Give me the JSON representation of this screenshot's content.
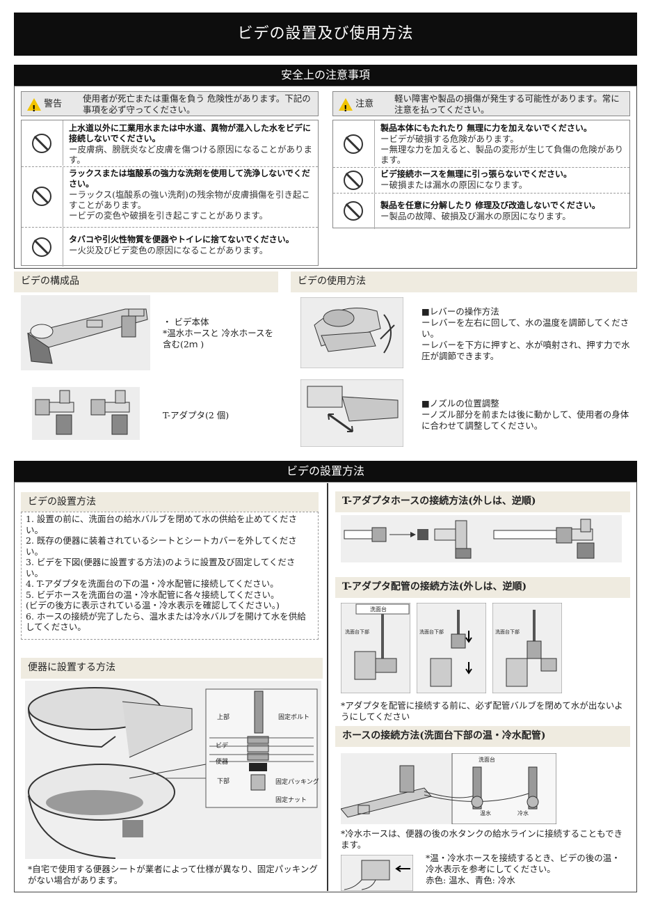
{
  "title": "ビデの設置及び使用方法",
  "safety": {
    "header": "安全上の注意事項",
    "warning": {
      "label": "警告",
      "text": "使用者が死亡または重傷を負う 危険性があります。下記の事項を必ず守ってください。",
      "items": [
        {
          "head": "上水道以外に工業用水または中水道、異物が混入した水をビデに接続しないでください。",
          "sub": "ー皮膚病、膀胱炎など皮膚を傷つける原因になることがあります。"
        },
        {
          "head": "ラックスまたは塩酸系の強力な洗剤を使用して洗浄しないでください。",
          "sub": "ーラックス(塩酸系の強い洗剤)の残余物が皮膚損傷を引き起こすことがあります。\nービデの変色や破損を引き起こすことがあります。"
        },
        {
          "head": "タバコや引火性物質を便器やトイレに捨てないでください。",
          "sub": "ー火災及びビデ変色の原因になることがあります。"
        }
      ]
    },
    "caution": {
      "label": "注意",
      "text": "軽い障害や製品の損傷が発生する可能性があります。常に注意を払ってください。",
      "items": [
        {
          "head": "製品本体にもたれたり 無理に力を加えないでください。",
          "sub": "ービデが破損する危険があります。\nー無理な力を加えると、製品の変形が生じて負傷の危険があります。"
        },
        {
          "head": "ビデ接続ホースを無理に引っ張らないでください。",
          "sub": "ー破損または漏水の原因になります。"
        },
        {
          "head": "製品を任意に分解したり 修理及び改造しないでください。",
          "sub": "ー製品の故障、破損及び漏水の原因になります。"
        }
      ]
    }
  },
  "components": {
    "header": "ビデの構成品",
    "item1": "・ ビデ本体\n*温水ホースと 冷水ホースを含む(2ｍ )",
    "item2": "T-アダプタ(2 個)"
  },
  "usage": {
    "header": "ビデの使用方法",
    "lever": "■レバーの操作方法\nーレバーを左右に回して、水の温度を調節してください。\nーレバーを下方に押すと、水が噴射され、押す力で水圧が調節できます。",
    "nozzle": "■ノズルの位置調整\nーノズル部分を前または後に動かして、使用者の身体に合わせて調整してください。"
  },
  "install": {
    "header": "ビデの設置方法",
    "steps_header": "ビデの設置方法",
    "steps": [
      "1.  設置の前に、洗面台の給水バルブを閉めて水の供給を止めてください。",
      "2.  既存の便器に装着されているシートとシートカバーを外してください。",
      "3.  ビデを下図(便器に設置する方法)のように設置及び固定してください。",
      "4.  T-アダプタを洗面台の下の温・冷水配管に接続してください。",
      "5.  ビデホースを洗面台の温・冷水配管に各々接続してください。",
      "  (ビデの後方に表示されている温・冷水表示を確認してください。)",
      "6.  ホースの接続が完了したら、温水または冷水バルブを開けて水を供給してください。"
    ],
    "toilet_header": "便器に設置する方法",
    "toilet_labels": {
      "top": "上部",
      "bolt": "固定ボルト",
      "bidet": "ビデ",
      "bowl": "便器",
      "bottom": "下部",
      "packing": "固定パッキング",
      "nut": "固定ナット"
    },
    "toilet_note": "*自宅で使用する便器シートが業者によって仕様が異なり、固定パッキングがない場合があります。",
    "hose_adapter_header": "T-アダプタホースの接続方法(外しは、逆順)",
    "pipe_adapter_header": "T-アダプタ配管の接続方法(外しは、逆順)",
    "pipe_labels": {
      "a": "洗面台",
      "b": "洗面台下部",
      "c": "洗面台下部",
      "d": "洗面台下部"
    },
    "pipe_note": "*アダプタを配管に接続する前に、必ず配管バルブを閉めて水が出ないようにしてください",
    "hose_header": "ホースの接続方法(洗面台下部の温・冷水配管)",
    "hose_labels": {
      "sink": "洗面台",
      "hot": "温水",
      "cold": "冷水"
    },
    "hose_note1": "*冷水ホースは、便器の後の水タンクの給水ラインに接続することもできます。",
    "hose_note2": "*温・冷水ホースを接続するとき、ビデの後の温・冷水表示を参考にしてください。\n赤色: 温水、青色: 冷水"
  }
}
